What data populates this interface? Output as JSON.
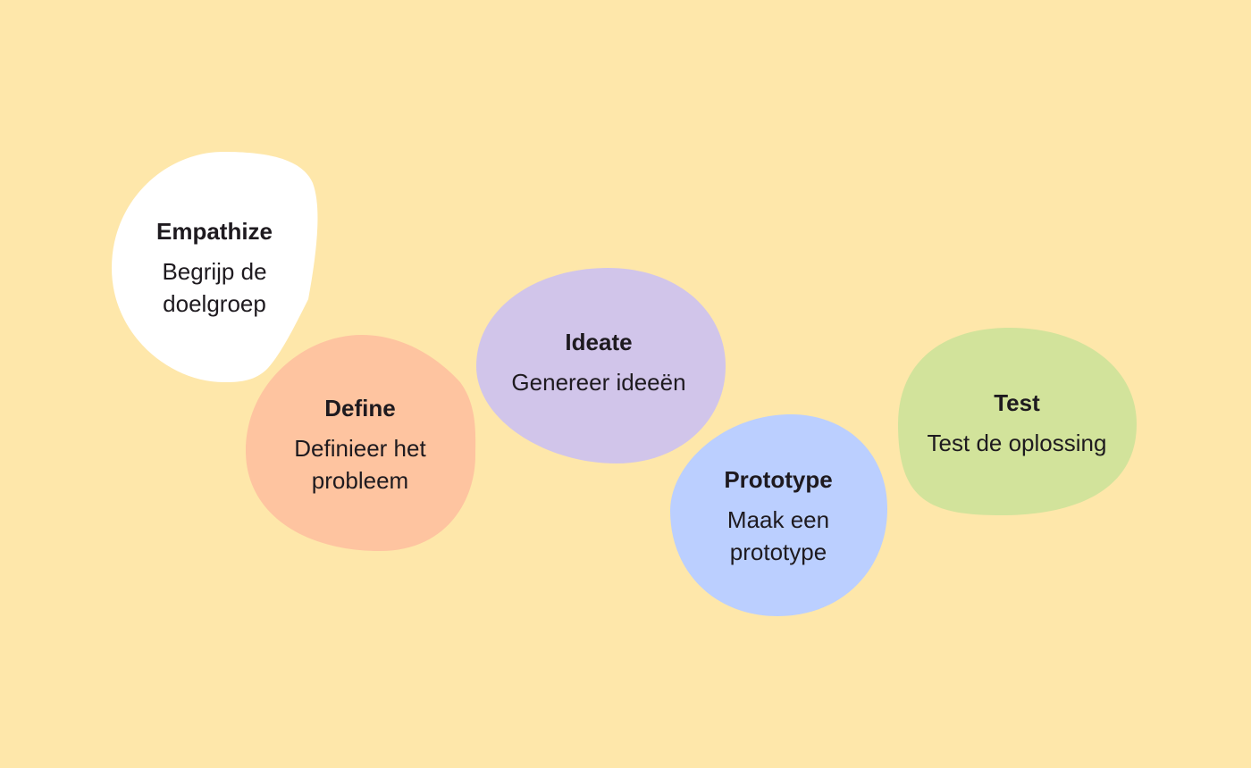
{
  "stages": [
    {
      "title": "Empathize",
      "description": "Begrijp de doelgroep",
      "color": "#FFFFFF"
    },
    {
      "title": "Define",
      "description": "Definieer het probleem",
      "color": "#FEC4A0"
    },
    {
      "title": "Ideate",
      "description": "Genereer ideeën",
      "color": "#D1C5EA"
    },
    {
      "title": "Prototype",
      "description": "Maak een prototype",
      "color": "#BBCFFF"
    },
    {
      "title": "Test",
      "description": "Test de oplossing",
      "color": "#D2E39B"
    }
  ],
  "background": "#FEE7AA"
}
